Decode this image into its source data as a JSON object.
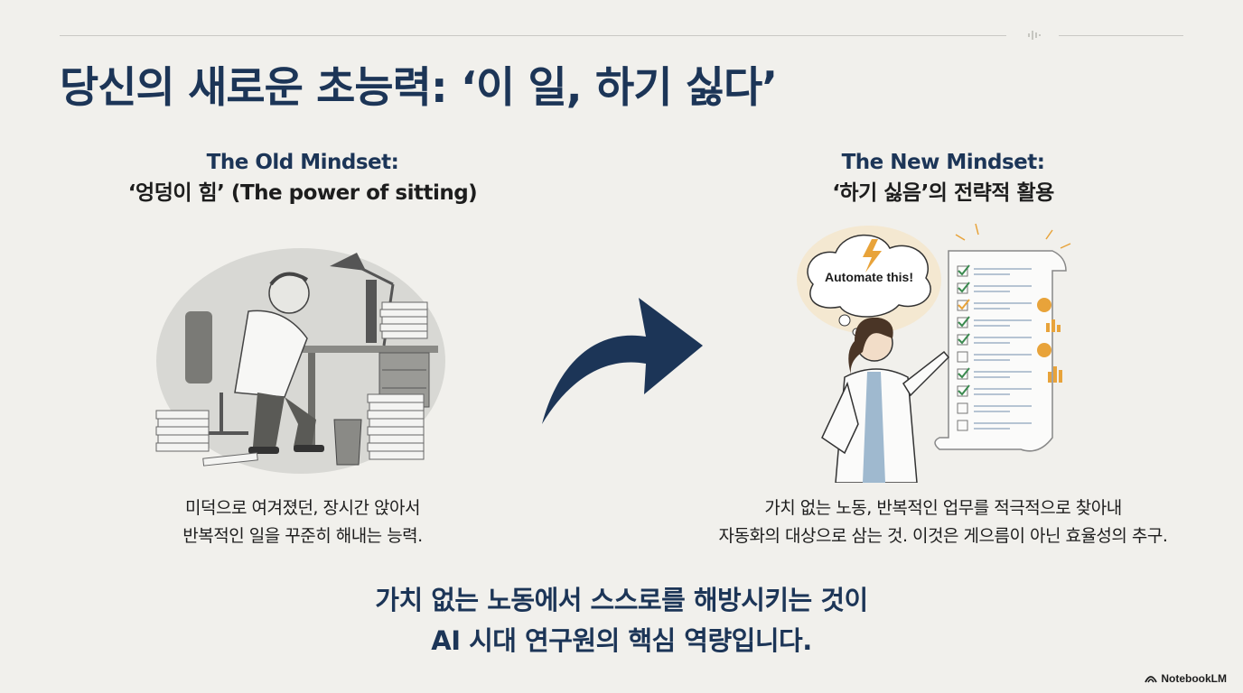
{
  "title": "당신의 새로운 초능력: ‘이 일, 하기 싫다’",
  "old": {
    "heading": "The Old Mindset:",
    "subheading": "‘엉덩이 힘’ (The power of sitting)",
    "desc_line1": "미덕으로 여겨졌던, 장시간 앉아서",
    "desc_line2": "반복적인 일을 꾸준히 해내는 능력."
  },
  "new": {
    "heading": "The New Mindset:",
    "subheading": "‘하기 싫음’의 전략적 활용",
    "bubble": "Automate this!",
    "desc_line1": "가치 없는 노동, 반복적인 업무를 적극적으로 찾아내",
    "desc_line2": "자동화의 대상으로 삼는 것. 이것은 게으름이 아닌 효율성의 추구."
  },
  "conclusion": {
    "line1": "가치 없는 노동에서 스스로를 해방시키는 것이",
    "line2": "AI 시대 연구원의 핵심 역량입니다."
  },
  "brand": "NotebookLM",
  "colors": {
    "navy": "#1c3557",
    "accent": "#e8a33a",
    "check": "#3b8a4f"
  }
}
